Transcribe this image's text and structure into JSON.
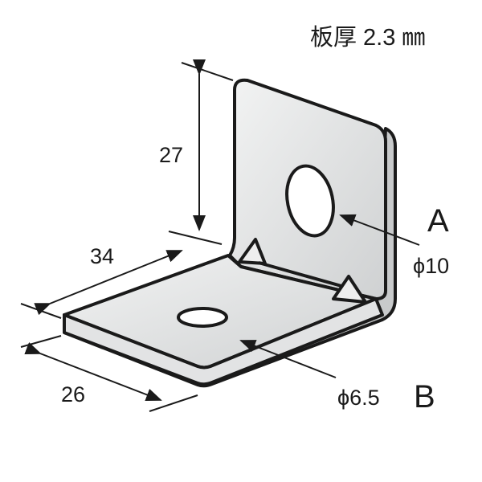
{
  "thickness_note": "板厚 2.3 ㎜",
  "dimensions": {
    "height": "27",
    "length": "34",
    "width": "26"
  },
  "holes": [
    {
      "label": "A",
      "diameter": "ϕ10"
    },
    {
      "label": "B",
      "diameter": "ϕ6.5"
    }
  ],
  "colors": {
    "line": "#1a1a1a",
    "metal": "#d9dbdc",
    "metal_light": "#eeeff0"
  }
}
